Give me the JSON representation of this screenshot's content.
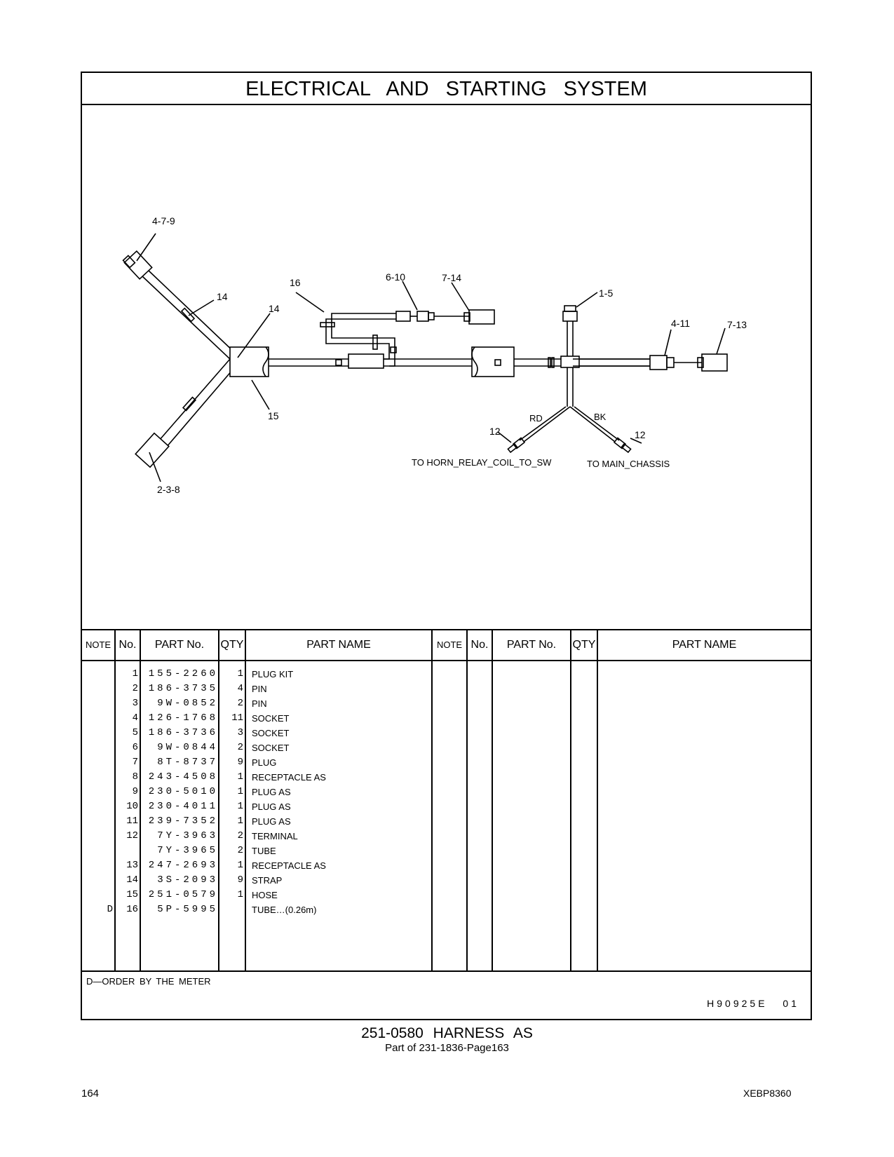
{
  "title": "ELECTRICAL AND STARTING SYSTEM",
  "diagram": {
    "callouts": {
      "c479": "4-7-9",
      "c14a": "14",
      "c14b": "14",
      "c16": "16",
      "c610": "6-10",
      "c714": "7-14",
      "c15a": "1-5",
      "c411": "4-11",
      "c713": "7-13",
      "c15": "15",
      "c12a": "12",
      "c12b": "12",
      "c238": "2-3-8",
      "rd": "RD",
      "bk": "BK"
    },
    "to_horn": "TO HORN_RELAY_COIL_TO_SW",
    "to_main": "TO MAIN_CHASSIS"
  },
  "table": {
    "headers": {
      "note": "NOTE",
      "no": "No.",
      "part": "PART No.",
      "qty": "QTY",
      "name": "PART NAME"
    },
    "rows": [
      {
        "note": "",
        "no": "1",
        "part": "155-2260",
        "qty": "1",
        "name": "PLUG KIT"
      },
      {
        "note": "",
        "no": "2",
        "part": "186-3735",
        "qty": "4",
        "name": "PIN"
      },
      {
        "note": "",
        "no": "3",
        "part": "9W-0852",
        "qty": "2",
        "name": "PIN"
      },
      {
        "note": "",
        "no": "4",
        "part": "126-1768",
        "qty": "11",
        "name": "SOCKET"
      },
      {
        "note": "",
        "no": "5",
        "part": "186-3736",
        "qty": "3",
        "name": "SOCKET"
      },
      {
        "note": "",
        "no": "6",
        "part": "9W-0844",
        "qty": "2",
        "name": "SOCKET"
      },
      {
        "note": "",
        "no": "7",
        "part": "8T-8737",
        "qty": "9",
        "name": "PLUG"
      },
      {
        "note": "",
        "no": "8",
        "part": "243-4508",
        "qty": "1",
        "name": "RECEPTACLE AS"
      },
      {
        "note": "",
        "no": "9",
        "part": "230-5010",
        "qty": "1",
        "name": "PLUG AS"
      },
      {
        "note": "",
        "no": "10",
        "part": "230-4011",
        "qty": "1",
        "name": "PLUG AS"
      },
      {
        "note": "",
        "no": "11",
        "part": "239-7352",
        "qty": "1",
        "name": "PLUG AS"
      },
      {
        "note": "",
        "no": "12",
        "part": "7Y-3963",
        "qty": "2",
        "name": "TERMINAL"
      },
      {
        "note": "",
        "no": "",
        "part": "7Y-3965",
        "qty": "2",
        "name": "TUBE"
      },
      {
        "note": "",
        "no": "13",
        "part": "247-2693",
        "qty": "1",
        "name": "RECEPTACLE AS"
      },
      {
        "note": "",
        "no": "14",
        "part": "3S-2093",
        "qty": "9",
        "name": "STRAP"
      },
      {
        "note": "",
        "no": "15",
        "part": "251-0579",
        "qty": "1",
        "name": "HOSE"
      },
      {
        "note": "D",
        "no": "16",
        "part": "5P-5995",
        "qty": "",
        "name": "TUBE…(0.26m)"
      }
    ]
  },
  "footnote": "D—ORDER BY THE METER",
  "drawing_code": "H90925E 01",
  "caption": {
    "line1": "251-0580 HARNESS AS",
    "line2": "Part of 231-1836-Page163"
  },
  "page_number": "164",
  "doc_id": "XEBP8360"
}
